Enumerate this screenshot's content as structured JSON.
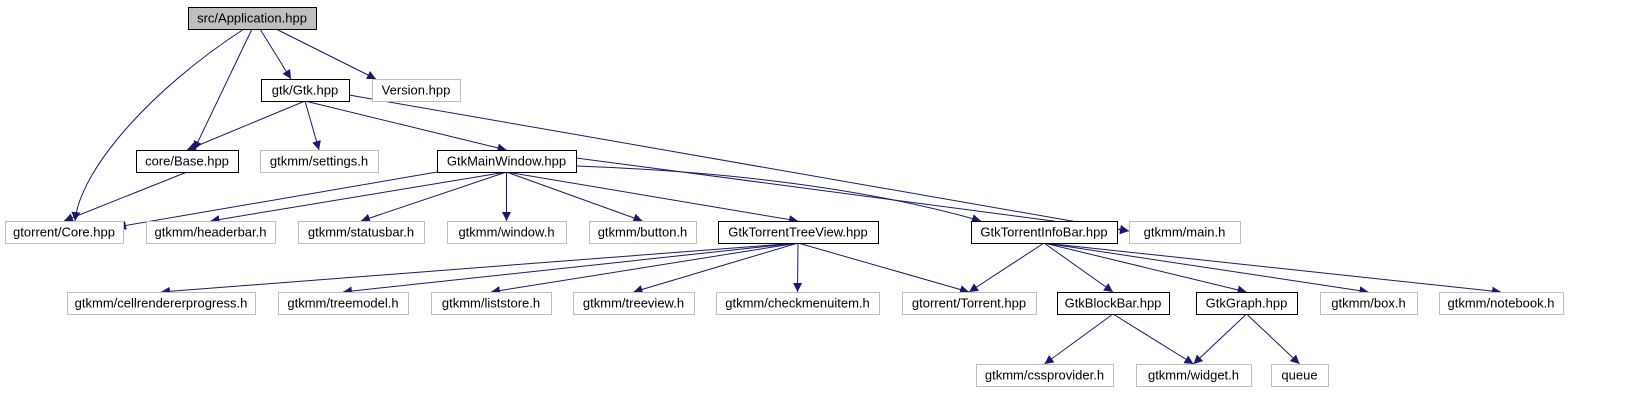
{
  "colors": {
    "edge": "#191970",
    "local_border": "#000000",
    "external_border": "#bfbfbf",
    "root_fill": "#bfbfbf",
    "node_fill": "#ffffff",
    "text": "#000000"
  },
  "nodes": [
    {
      "id": "app",
      "label": "src/Application.hpp",
      "kind": "root"
    },
    {
      "id": "gtk",
      "label": "gtk/Gtk.hpp",
      "kind": "local"
    },
    {
      "id": "version",
      "label": "Version.hpp",
      "kind": "external"
    },
    {
      "id": "base",
      "label": "core/Base.hpp",
      "kind": "local"
    },
    {
      "id": "settings",
      "label": "gtkmm/settings.h",
      "kind": "external"
    },
    {
      "id": "mainwin",
      "label": "GtkMainWindow.hpp",
      "kind": "local"
    },
    {
      "id": "core",
      "label": "gtorrent/Core.hpp",
      "kind": "external"
    },
    {
      "id": "headerbar",
      "label": "gtkmm/headerbar.h",
      "kind": "external"
    },
    {
      "id": "statusbar",
      "label": "gtkmm/statusbar.h",
      "kind": "external"
    },
    {
      "id": "window",
      "label": "gtkmm/window.h",
      "kind": "external"
    },
    {
      "id": "button",
      "label": "gtkmm/button.h",
      "kind": "external"
    },
    {
      "id": "treeview_hpp",
      "label": "GtkTorrentTreeView.hpp",
      "kind": "local"
    },
    {
      "id": "infobar",
      "label": "GtkTorrentInfoBar.hpp",
      "kind": "local"
    },
    {
      "id": "mainh",
      "label": "gtkmm/main.h",
      "kind": "external"
    },
    {
      "id": "cellrend",
      "label": "gtkmm/cellrendererprogress.h",
      "kind": "external"
    },
    {
      "id": "treemodel",
      "label": "gtkmm/treemodel.h",
      "kind": "external"
    },
    {
      "id": "liststore",
      "label": "gtkmm/liststore.h",
      "kind": "external"
    },
    {
      "id": "treeview_h",
      "label": "gtkmm/treeview.h",
      "kind": "external"
    },
    {
      "id": "checkmenu",
      "label": "gtkmm/checkmenuitem.h",
      "kind": "external"
    },
    {
      "id": "torrent",
      "label": "gtorrent/Torrent.hpp",
      "kind": "external"
    },
    {
      "id": "blockbar",
      "label": "GtkBlockBar.hpp",
      "kind": "local"
    },
    {
      "id": "graph",
      "label": "GtkGraph.hpp",
      "kind": "local"
    },
    {
      "id": "box",
      "label": "gtkmm/box.h",
      "kind": "external"
    },
    {
      "id": "notebook",
      "label": "gtkmm/notebook.h",
      "kind": "external"
    },
    {
      "id": "cssprov",
      "label": "gtkmm/cssprovider.h",
      "kind": "external"
    },
    {
      "id": "widget",
      "label": "gtkmm/widget.h",
      "kind": "external"
    },
    {
      "id": "queue",
      "label": "queue",
      "kind": "external"
    }
  ],
  "edges": [
    [
      "app",
      "core"
    ],
    [
      "app",
      "base"
    ],
    [
      "app",
      "gtk"
    ],
    [
      "app",
      "version"
    ],
    [
      "gtk",
      "base"
    ],
    [
      "gtk",
      "settings"
    ],
    [
      "gtk",
      "mainwin"
    ],
    [
      "gtk",
      "mainh"
    ],
    [
      "base",
      "core"
    ],
    [
      "mainwin",
      "core"
    ],
    [
      "mainwin",
      "headerbar"
    ],
    [
      "mainwin",
      "statusbar"
    ],
    [
      "mainwin",
      "window"
    ],
    [
      "mainwin",
      "button"
    ],
    [
      "mainwin",
      "treeview_hpp"
    ],
    [
      "mainwin",
      "infobar"
    ],
    [
      "mainwin",
      "mainh"
    ],
    [
      "treeview_hpp",
      "cellrend"
    ],
    [
      "treeview_hpp",
      "treemodel"
    ],
    [
      "treeview_hpp",
      "liststore"
    ],
    [
      "treeview_hpp",
      "treeview_h"
    ],
    [
      "treeview_hpp",
      "checkmenu"
    ],
    [
      "treeview_hpp",
      "torrent"
    ],
    [
      "infobar",
      "torrent"
    ],
    [
      "infobar",
      "blockbar"
    ],
    [
      "infobar",
      "graph"
    ],
    [
      "infobar",
      "box"
    ],
    [
      "infobar",
      "notebook"
    ],
    [
      "blockbar",
      "cssprov"
    ],
    [
      "blockbar",
      "widget"
    ],
    [
      "graph",
      "widget"
    ],
    [
      "graph",
      "queue"
    ]
  ]
}
